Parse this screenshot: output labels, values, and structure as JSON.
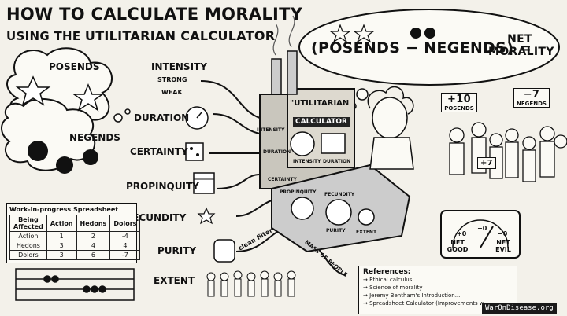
{
  "title": {
    "line1": "HOW TO CALCULATE MORALITY",
    "line2_prefix": "USING THE ",
    "line2_emph": "UTILITARIAN CALCULATOR"
  },
  "formula": {
    "expr": "(POSENDS − NEGENDS) =",
    "result_line1": "NET",
    "result_line2": "MORALITY"
  },
  "thought": {
    "posends": "POSENDS",
    "negends": "NEGENDS"
  },
  "inputs": {
    "intensity": "INTENSITY",
    "strong": "STRONG",
    "weak": "WEAK",
    "duration": "DURATION",
    "certainty": "CERTAINTY",
    "propinquity": "PROPINQUITY",
    "fecundity": "FECUNDITY",
    "purity": "PURITY",
    "extent": "EXTENT"
  },
  "machine": {
    "header": "\"UTILITARIAN",
    "calculator": "CALCULATOR",
    "panel_intensity": "INTENSITY",
    "panel_duration": "DURATION",
    "panel_certainty": "CERTAINTY",
    "dial_intensity": "INTENSITY",
    "dial_duration": "DURATION",
    "knob_propinquity": "PROPINQUITY",
    "knob_fecundity": "FECUNDITY",
    "knob_purity": "PURITY",
    "knob_extent": "EXTENT",
    "pipe_clean": "clean filter",
    "pipe_mass": "MASS OF PEOPLE"
  },
  "gauge": {
    "plus": "+0",
    "zero": "−0",
    "minus": "−0",
    "left": "NET GOOD",
    "right": "NET EVIL"
  },
  "crowd": {
    "sign1_top": "+10",
    "sign1_bottom": "POSENDS",
    "sign2_top": "−7",
    "sign2_bottom": "NEGENDS",
    "sign3": "+7"
  },
  "spreadsheet": {
    "caption": "Work-in-progress Spreadsheet",
    "headers": [
      "Being Affected",
      "Action",
      "Hedons",
      "Dolors"
    ],
    "rows": [
      [
        "Action",
        "1",
        "2",
        "-4"
      ],
      [
        "Hedons",
        "3",
        "4",
        "4"
      ],
      [
        "Dolors",
        "3",
        "6",
        "-7"
      ]
    ]
  },
  "references": {
    "heading": "References:",
    "items": [
      "Ethical calculus",
      "Science of morality",
      "Jeremy Bentham's Introduction....",
      "Spreadsheet Calculator (Improvements w"
    ]
  },
  "watermark": "WarOnDisease.org",
  "colors": {
    "ink": "#111111",
    "paper": "#f3f1ea",
    "panel": "#fbfaf5",
    "metal": "#c9c6bd"
  }
}
